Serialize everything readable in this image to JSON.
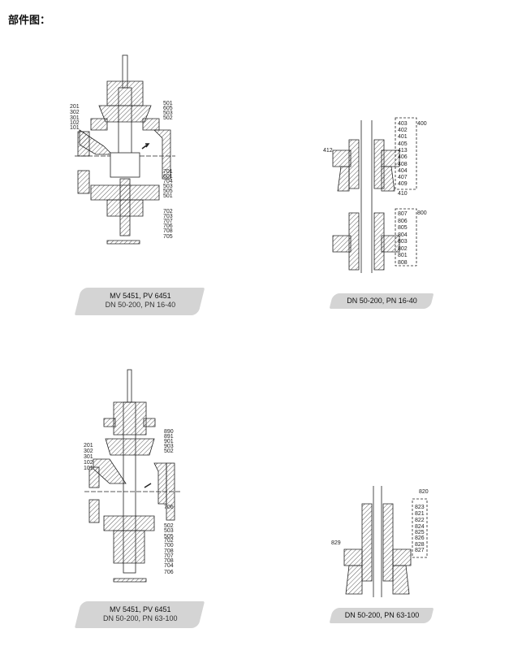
{
  "page_title": "部件图：",
  "figures": [
    {
      "caption_model": "MV 5451, PV 6451",
      "caption_range": "DN 50-200, PN 16-40",
      "labels": [
        "201",
        "302",
        "301",
        "102",
        "101",
        "501",
        "605",
        "503",
        "502",
        "701",
        "601",
        "704",
        "503",
        "505",
        "501",
        "702",
        "703",
        "707",
        "706",
        "708",
        "705"
      ]
    },
    {
      "caption_range": "DN 50-200, PN 16-40",
      "labels": [
        "400",
        "412",
        "403",
        "402",
        "401",
        "405",
        "413",
        "406",
        "408",
        "404",
        "407",
        "409",
        "410",
        "800",
        "807",
        "806",
        "805",
        "804",
        "803",
        "802",
        "801",
        "808"
      ]
    },
    {
      "caption_model": "MV 5451, PV 6451",
      "caption_range": "DN 50-200, PN 63-100",
      "labels": [
        "201",
        "302",
        "301",
        "102",
        "101",
        "890",
        "891",
        "901",
        "903",
        "502",
        "706",
        "502",
        "503",
        "505",
        "702",
        "700",
        "708",
        "707",
        "708",
        "704",
        "706"
      ]
    },
    {
      "caption_range": "DN 50-200, PN 63-100",
      "labels": [
        "820",
        "823",
        "821",
        "822",
        "824",
        "825",
        "826",
        "828",
        "827",
        "829"
      ]
    }
  ]
}
